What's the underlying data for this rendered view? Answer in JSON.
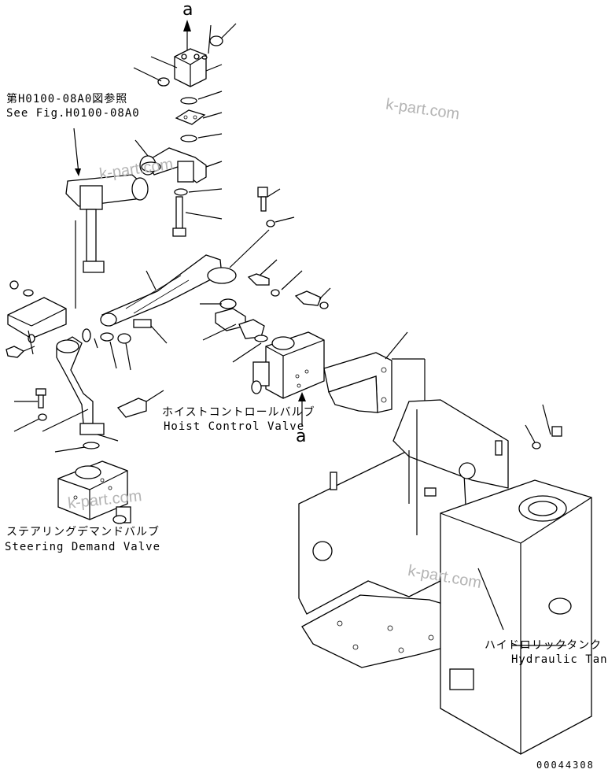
{
  "references": {
    "top_a": "a",
    "bottom_a": "a",
    "see_fig_jp": "第H0100-08A0図参照",
    "see_fig_en": "See Fig.H0100-08A0"
  },
  "components": {
    "hoist_valve_jp": "ホイストコントロールバルブ",
    "hoist_valve_en": "Hoist Control Valve",
    "steering_valve_jp": "ステアリングデマンドバルブ",
    "steering_valve_en": "Steering Demand Valve",
    "hyd_tank_jp": "ハイドロリックタンク",
    "hyd_tank_en": "Hydraulic Tank"
  },
  "watermark": "k-part.com",
  "drawing_number": "00044308"
}
